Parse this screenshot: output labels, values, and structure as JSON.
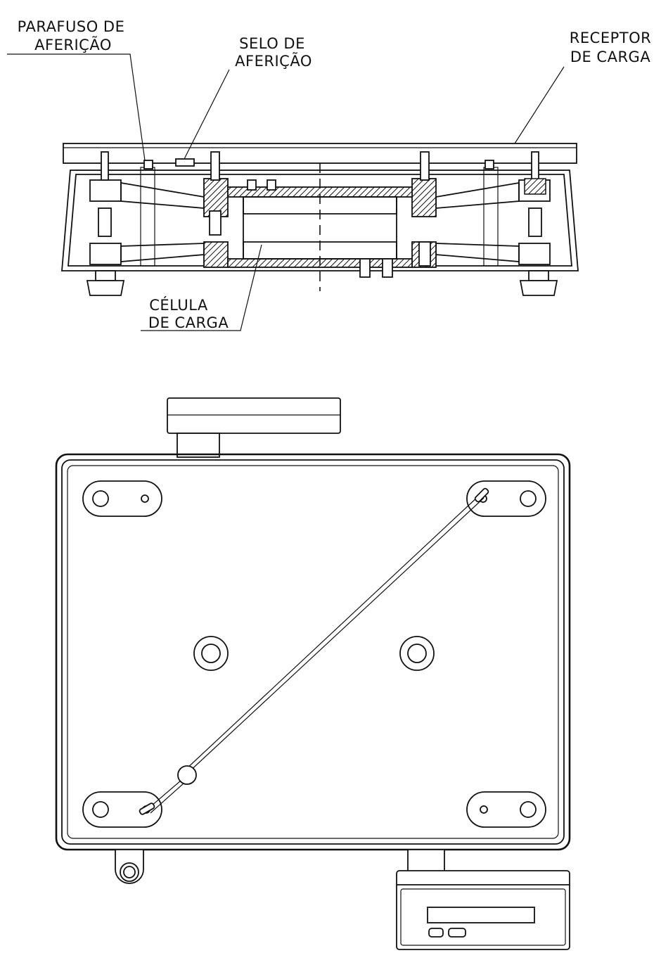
{
  "labels": {
    "parafuso": [
      "PARAFUSO DE",
      "AFERIÇÃO"
    ],
    "selo": [
      "SELO DE",
      "AFERIÇÃO"
    ],
    "receptor": [
      "RECEPTOR",
      "DE CARGA"
    ],
    "celula": [
      "CÉLULA",
      "DE CARGA"
    ]
  },
  "colors": {
    "ink": "#111111",
    "paper": "#ffffff"
  }
}
